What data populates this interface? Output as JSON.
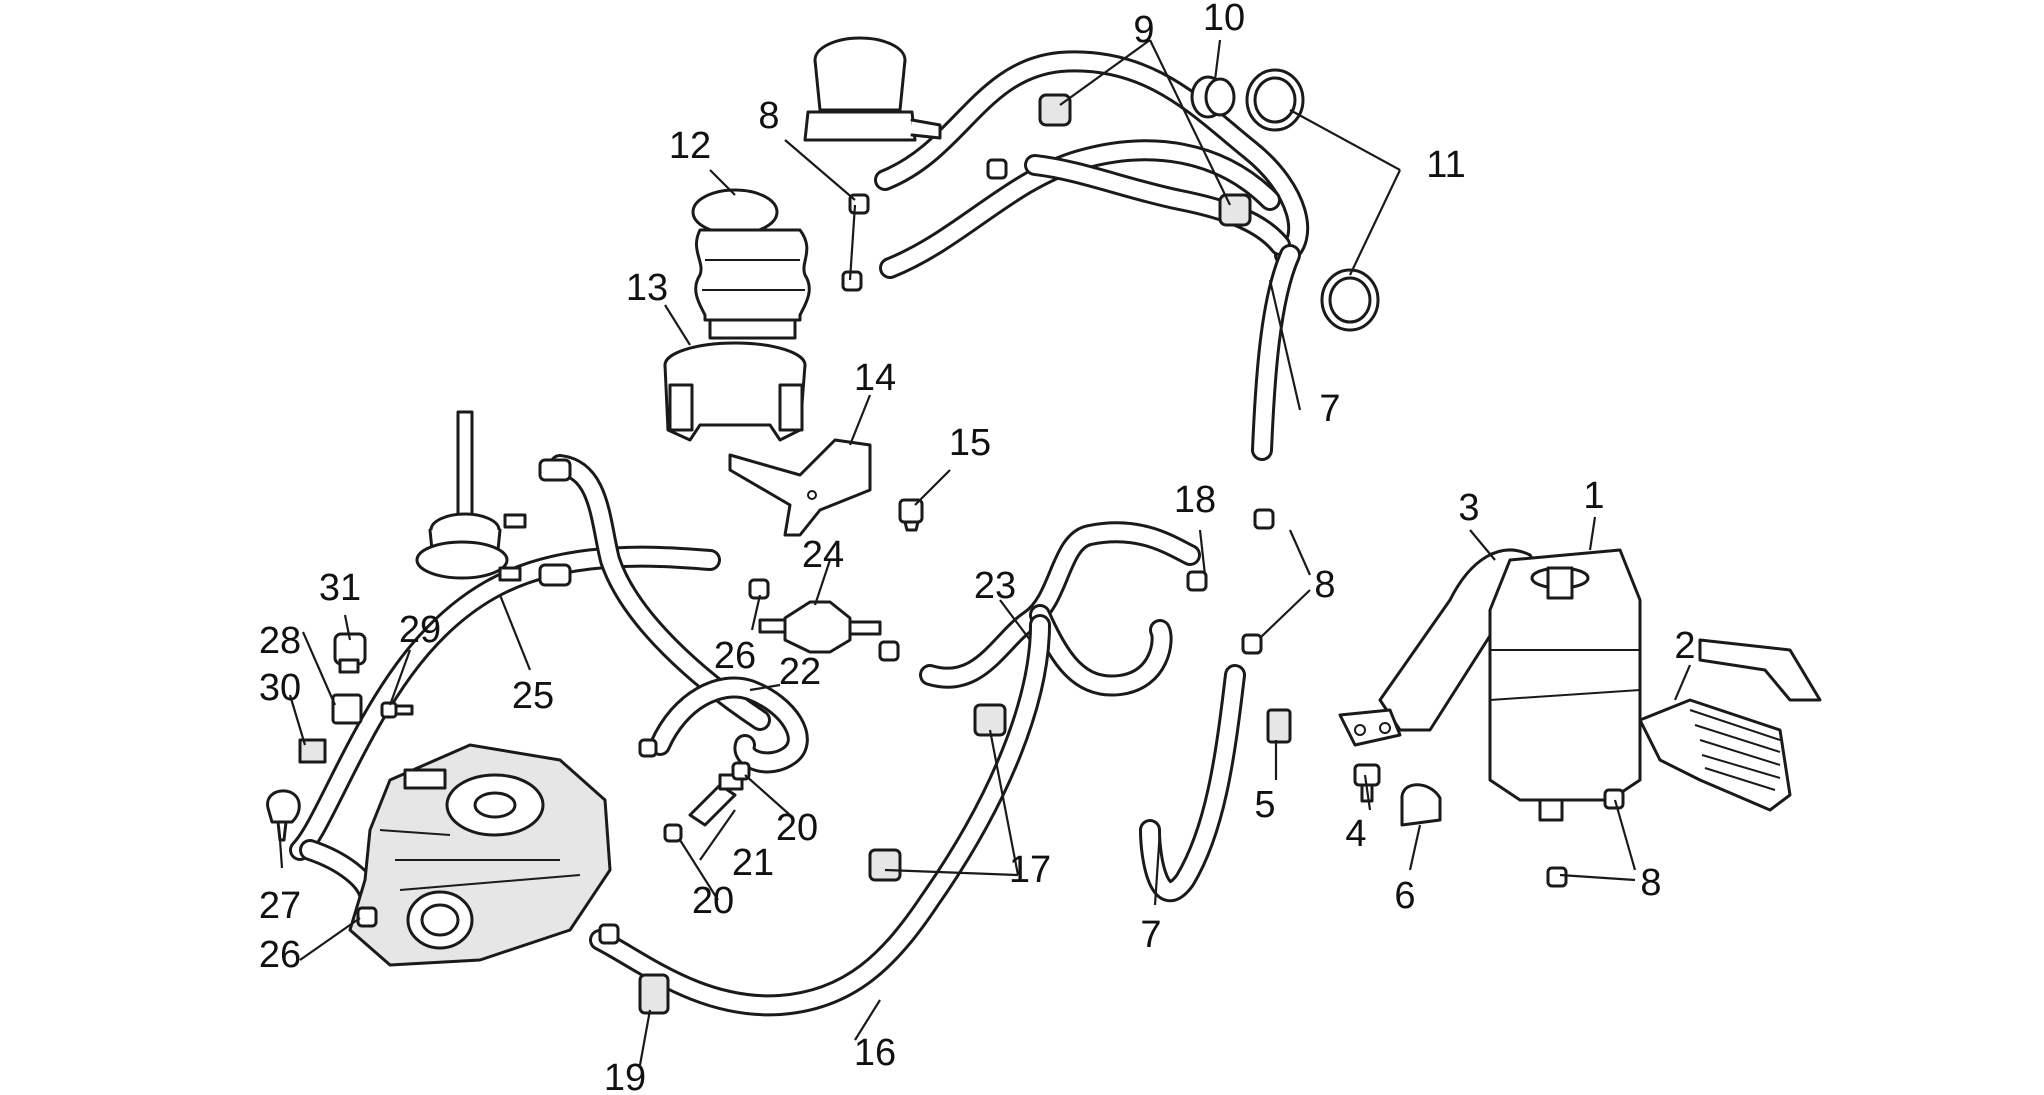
{
  "diagram": {
    "callouts": [
      {
        "id": "c1",
        "text": "1"
      },
      {
        "id": "c2",
        "text": "2"
      },
      {
        "id": "c3",
        "text": "3"
      },
      {
        "id": "c4",
        "text": "4"
      },
      {
        "id": "c5",
        "text": "5"
      },
      {
        "id": "c6",
        "text": "6"
      },
      {
        "id": "c7a",
        "text": "7"
      },
      {
        "id": "c7b",
        "text": "7"
      },
      {
        "id": "c8a",
        "text": "8"
      },
      {
        "id": "c8b",
        "text": "8"
      },
      {
        "id": "c8c",
        "text": "8"
      },
      {
        "id": "c9",
        "text": "9"
      },
      {
        "id": "c10",
        "text": "10"
      },
      {
        "id": "c11",
        "text": "11"
      },
      {
        "id": "c12",
        "text": "12"
      },
      {
        "id": "c13",
        "text": "13"
      },
      {
        "id": "c14",
        "text": "14"
      },
      {
        "id": "c15",
        "text": "15"
      },
      {
        "id": "c16",
        "text": "16"
      },
      {
        "id": "c17",
        "text": "17"
      },
      {
        "id": "c18",
        "text": "18"
      },
      {
        "id": "c19",
        "text": "19"
      },
      {
        "id": "c20a",
        "text": "20"
      },
      {
        "id": "c20b",
        "text": "20"
      },
      {
        "id": "c21",
        "text": "21"
      },
      {
        "id": "c22",
        "text": "22"
      },
      {
        "id": "c23",
        "text": "23"
      },
      {
        "id": "c24",
        "text": "24"
      },
      {
        "id": "c25",
        "text": "25"
      },
      {
        "id": "c26a",
        "text": "26"
      },
      {
        "id": "c26b",
        "text": "26"
      },
      {
        "id": "c27",
        "text": "27"
      },
      {
        "id": "c28",
        "text": "28"
      },
      {
        "id": "c29",
        "text": "29"
      },
      {
        "id": "c30",
        "text": "30"
      },
      {
        "id": "c31",
        "text": "31"
      }
    ]
  }
}
